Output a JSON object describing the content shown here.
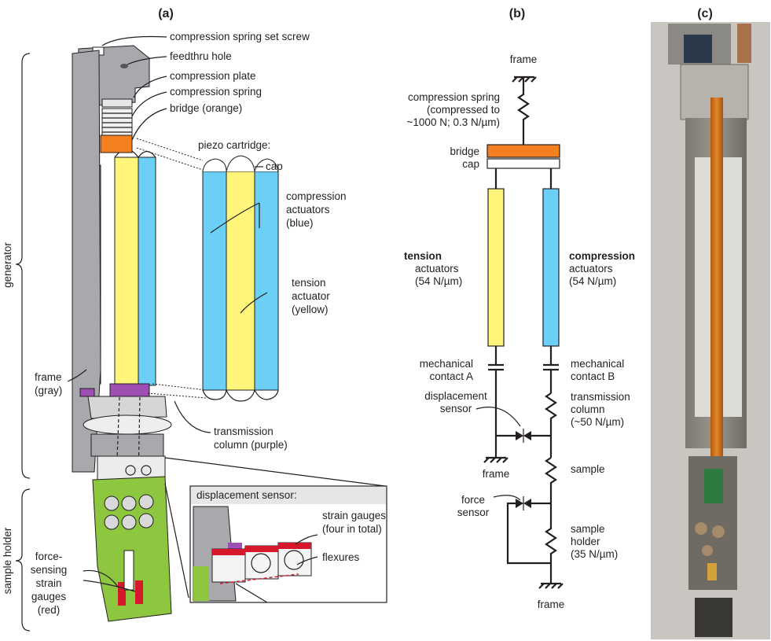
{
  "panels": {
    "a": "(a)",
    "b": "(b)",
    "c": "(c)"
  },
  "colors": {
    "frame": "#a7a9ac",
    "bridge": "#f47f20",
    "tension": "#fff57a",
    "compression": "#6ccff6",
    "transmission": "#9e4fb4",
    "sample_holder": "#8dc63f",
    "gauge": "#d7182a"
  },
  "a": {
    "side_generator": "generator",
    "side_sample_holder": "sample holder",
    "set_screw": "compression spring set screw",
    "feedthru": "feedthru hole",
    "plate": "compression plate",
    "spring": "compression spring",
    "bridge": "bridge (orange)",
    "cartridge": "piezo cartridge:",
    "cap": "cap",
    "comp_act": [
      "compression",
      "actuators",
      "(blue)"
    ],
    "ten_act": [
      "tension",
      "actuator",
      "(yellow)"
    ],
    "frame": [
      "frame",
      "(gray)"
    ],
    "transmission": [
      "transmission",
      "column (purple)"
    ],
    "disp_title": "displacement sensor:",
    "strain": [
      "strain gauges",
      "(four in total)"
    ],
    "flexures": "flexures",
    "force_gauges": [
      "force-",
      "sensing",
      "strain",
      "gauges",
      "(red)"
    ]
  },
  "b": {
    "frame_top": "frame",
    "spring": [
      "compression spring",
      "(compressed to",
      "~1000 N; 0.3 N/µm)"
    ],
    "bridge": "bridge",
    "cap": "cap",
    "tension_bold": "tension",
    "tension": [
      "actuators",
      "(54 N/µm)"
    ],
    "compression_bold": "compression",
    "compression": [
      "actuators",
      "(54 N/µm)"
    ],
    "contact_a": [
      "mechanical",
      "contact A"
    ],
    "contact_b": [
      "mechanical",
      "contact B"
    ],
    "disp": [
      "displacement",
      "sensor"
    ],
    "transmission": [
      "transmission",
      "column",
      "(~50 N/µm)"
    ],
    "frame_mid": "frame",
    "sample": "sample",
    "force": [
      "force",
      "sensor"
    ],
    "holder": [
      "sample",
      "holder",
      "(35 N/µm)"
    ],
    "frame_bottom": "frame"
  }
}
